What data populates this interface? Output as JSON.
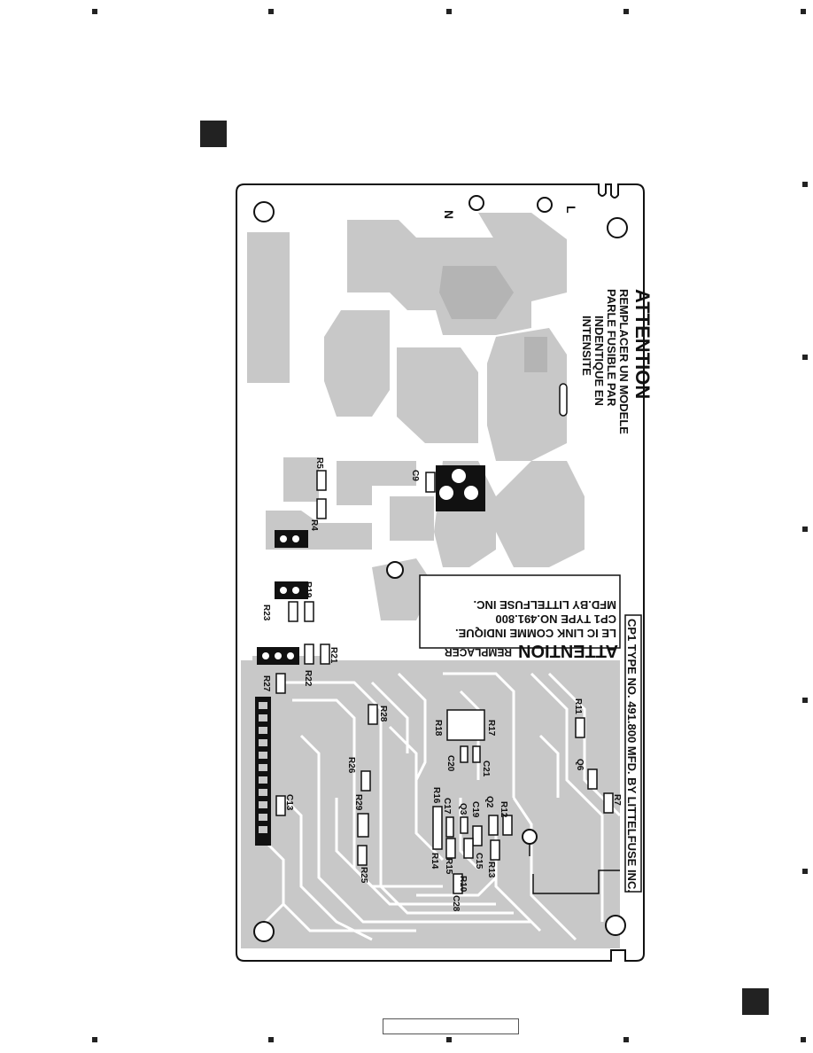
{
  "colors": {
    "copper": "#c8c8c8",
    "silk": "#111111",
    "board": "#ffffff"
  },
  "pcb": {
    "connector_labels": {
      "n": "N",
      "l": "L"
    },
    "attention_1": {
      "title": "ATTENTION",
      "lines": [
        "REMPLACER UN MODELE",
        "PARLE FUSIBLE PAR",
        "INDENTIQUE     EN",
        "INTENSITE"
      ]
    },
    "attention_2": {
      "title": "ATTENTION",
      "lines": [
        "REMPLACER",
        "LE IC LINK COMME INDIQUE.",
        "CP1 TYPE NO.491.800",
        "MFD.BY LITTELFUSE INC."
      ]
    },
    "cp1_note": "CP1 TYPE NO. 491.800 MFD. BY LITTELFUSE INC.",
    "components": [
      "R5",
      "C9",
      "R4",
      "R19",
      "R23",
      "R21",
      "R22",
      "R27",
      "R28",
      "R18",
      "R17",
      "R11",
      "C20",
      "C21",
      "R26",
      "Q6",
      "R7",
      "C13",
      "R16",
      "C17",
      "C19",
      "Q2",
      "R12",
      "R29",
      "Q3",
      "C15",
      "R14",
      "R15",
      "R13",
      "R10",
      "R25",
      "C28"
    ]
  }
}
